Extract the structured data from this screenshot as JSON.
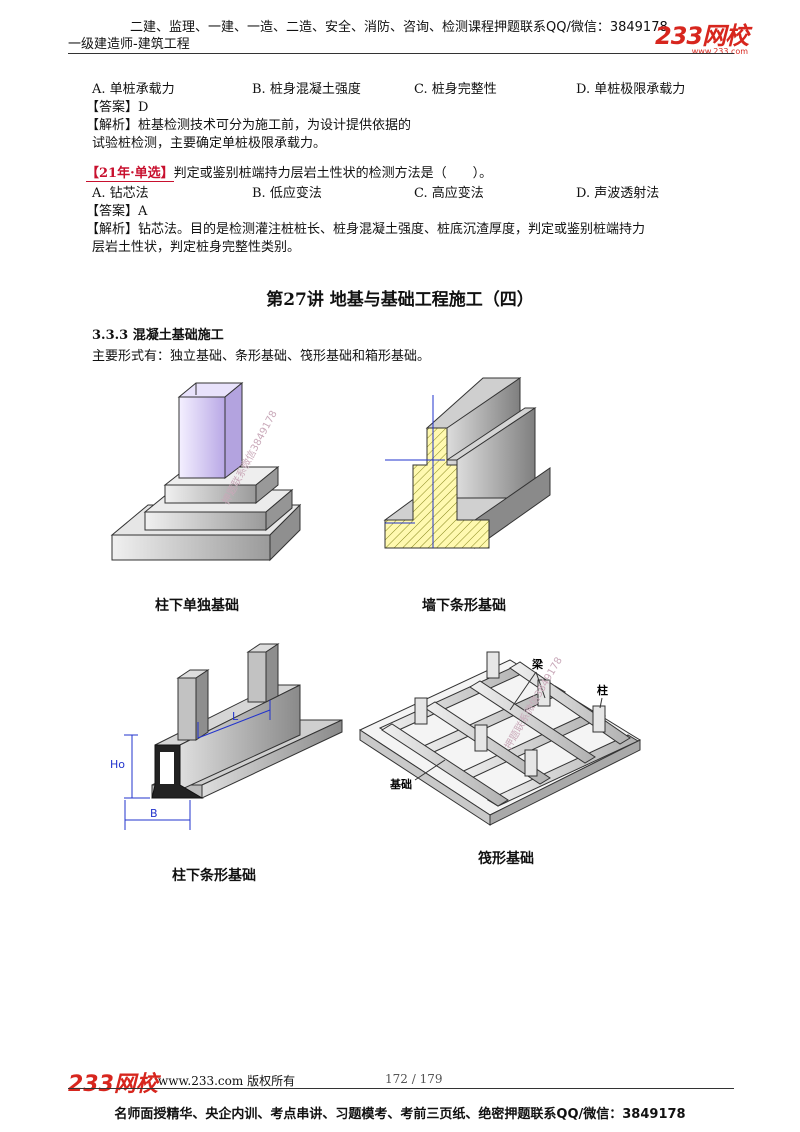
{
  "header": {
    "top_line": "二建、监理、一建、一造、二造、安全、消防、咨询、检测课程押题联系QQ/微信：3849178",
    "subtitle": "一级建造师-建筑工程",
    "logo": "233网校",
    "logo_url": "www.233.com"
  },
  "question1": {
    "options": [
      "A. 单桩承载力",
      "B. 桩身混凝土强度",
      "C. 桩身完整性",
      "D. 单桩极限承载力"
    ],
    "answer": "【答案】D",
    "analysis_line1": "【解析】桩基检测技术可分为施工前，为设计提供依据的",
    "analysis_line2": "试验桩检测，主要确定单桩极限承载力。"
  },
  "question2": {
    "tag": "【21年·单选】",
    "stem": "判定或鉴别桩端持力层岩土性状的检测方法是（　　）。",
    "options": [
      "A. 钻芯法",
      "B. 低应变法",
      "C. 高应变法",
      "D. 声波透射法"
    ],
    "answer": "【答案】A",
    "analysis_line1": "【解析】钻芯法。目的是检测灌注桩桩长、桩身混凝土强度、桩底沉渣厚度，判定或鉴别桩端持力",
    "analysis_line2": "层岩土性状，判定桩身完整性类别。"
  },
  "lecture": {
    "title": "第27讲 地基与基础工程施工（四）",
    "section": "3.3.3 混凝土基础施工",
    "intro": "主要形式有：独立基础、条形基础、筏形基础和箱形基础。"
  },
  "figures": {
    "fig1_caption": "柱下单独基础",
    "fig2_caption": "墙下条形基础",
    "fig3_caption": "柱下条形基础",
    "fig4_caption": "筏形基础",
    "fig3_labels": {
      "h": "Ho",
      "l": "L",
      "b": "B"
    },
    "fig4_labels": {
      "beam": "梁",
      "column": "柱",
      "base": "基础"
    },
    "watermark": "押题联系微信3849178"
  },
  "footer": {
    "logo": "233网校",
    "site": "www.233.com 版权所有",
    "page": "172 / 179",
    "bottom_line": "名师面授精华、央企内训、考点串讲、习题模考、考前三页纸、绝密押题联系QQ/微信：3849178"
  }
}
